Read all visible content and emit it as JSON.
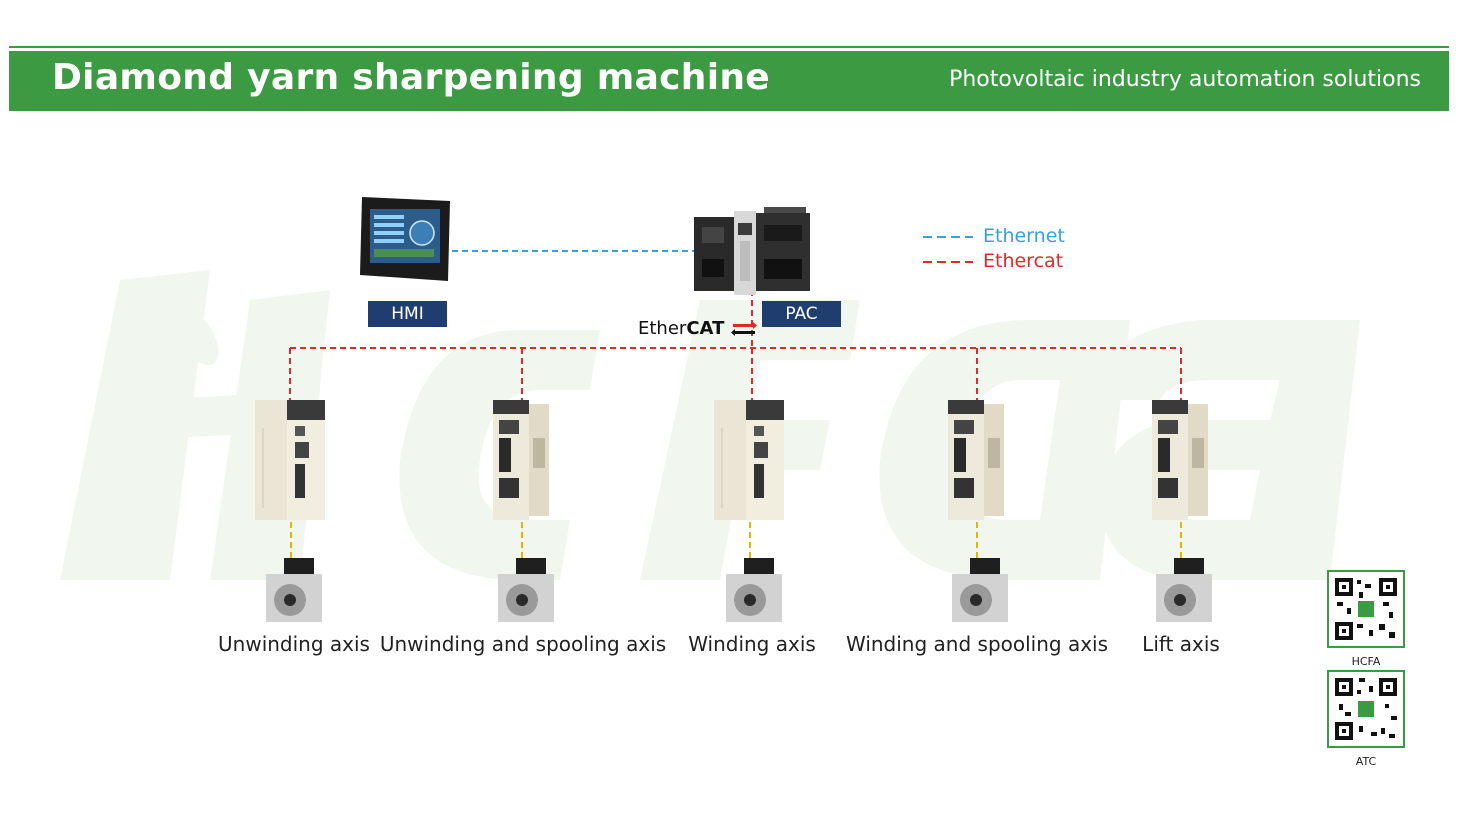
{
  "header": {
    "title": "Diamond yarn sharpening machine",
    "subtitle": "Photovoltaic industry automation solutions"
  },
  "devices": {
    "hmi_label": "HMI",
    "pac_label": "PAC",
    "ethercat_logo_a": "Ether",
    "ethercat_logo_b": "CAT"
  },
  "legend": {
    "ethernet": "Ethernet",
    "ethercat": "Ethercat"
  },
  "axes": [
    {
      "label": "Unwinding axis"
    },
    {
      "label": "Unwinding and spooling axis"
    },
    {
      "label": "Winding axis"
    },
    {
      "label": "Winding and spooling axis"
    },
    {
      "label": "Lift axis"
    }
  ],
  "qr_codes": [
    {
      "caption": "HCFA"
    },
    {
      "caption": "ATC"
    }
  ],
  "watermark": {
    "text": "HCFA"
  },
  "colors": {
    "brand_green": "#3b9a42",
    "ethernet_line": "#3aa0d8",
    "ethercat_line": "#e02a2a",
    "label_box": "#1f3d6e",
    "motor_link": "#e8b400"
  }
}
